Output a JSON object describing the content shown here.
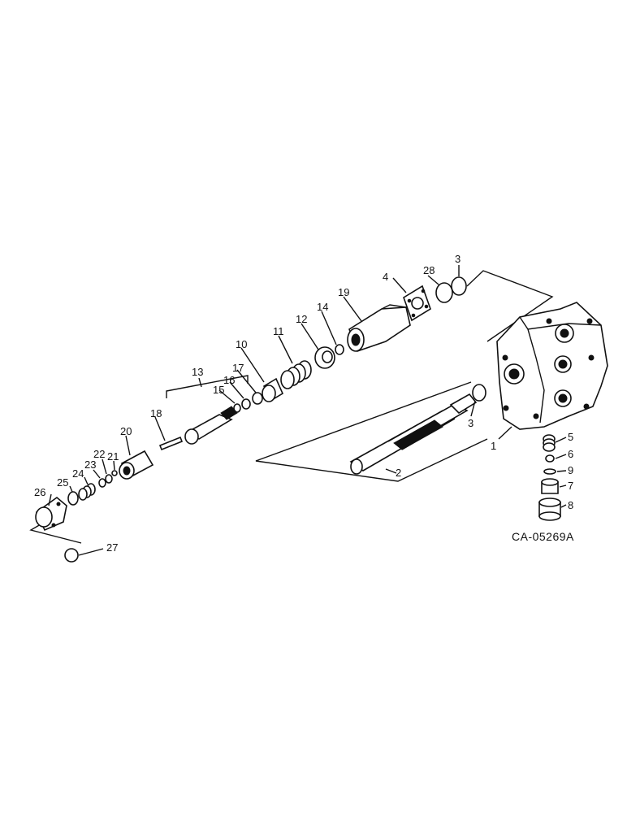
{
  "drawing_code": "CA-05269A",
  "callouts": [
    "1",
    "2",
    "3",
    "3",
    "4",
    "5",
    "6",
    "7",
    "8",
    "9",
    "10",
    "11",
    "12",
    "13",
    "14",
    "15",
    "16",
    "17",
    "18",
    "19",
    "20",
    "21",
    "22",
    "23",
    "24",
    "25",
    "26",
    "27",
    "28"
  ]
}
